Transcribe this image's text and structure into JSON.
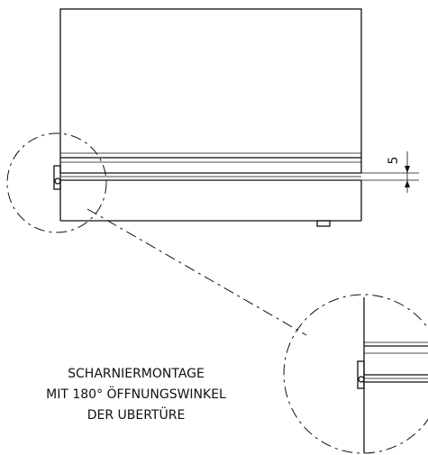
{
  "drawing": {
    "dimension_value": "5",
    "caption": {
      "line1": "SCHARNIERMONTAGE",
      "line2": "MIT 180° ÖFFNUNGSWINKEL",
      "line3": "DER UBERTÜRE"
    }
  }
}
